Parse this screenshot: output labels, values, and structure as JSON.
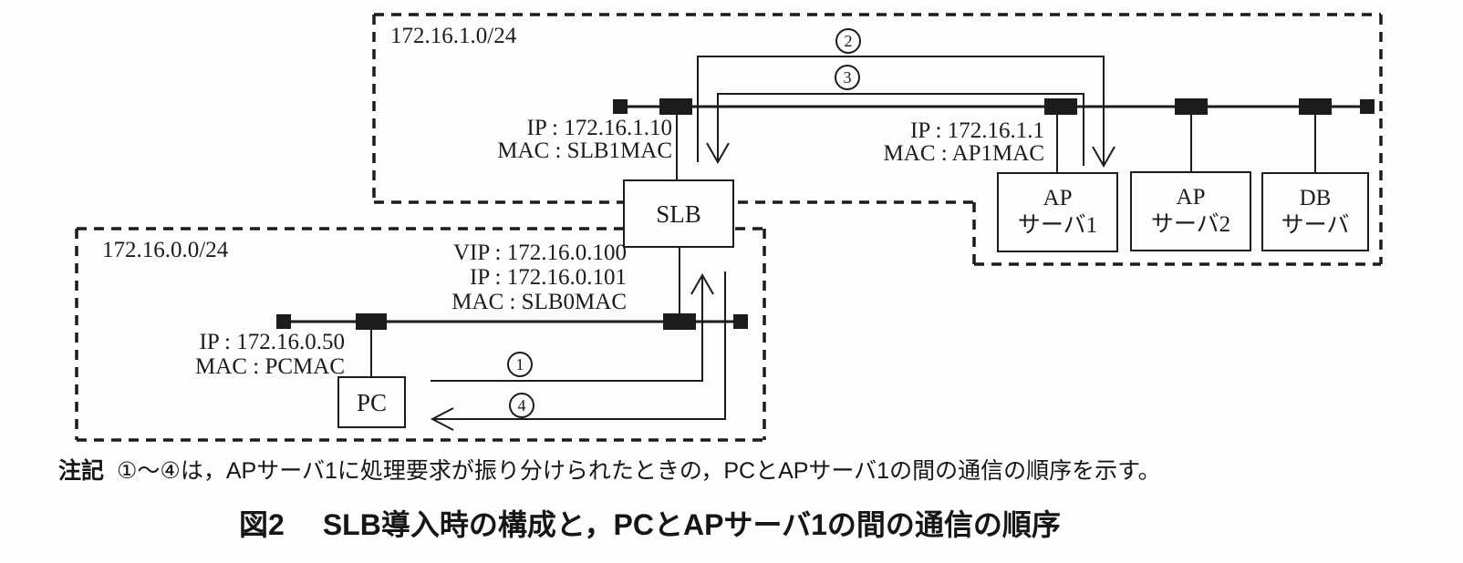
{
  "figure": {
    "upper_network": {
      "subnet": "172.16.1.0/24",
      "slb_interface": [
        "IP : 172.16.1.10",
        "MAC : SLB1MAC"
      ],
      "ap1_interface": [
        "IP : 172.16.1.1",
        "MAC : AP1MAC"
      ]
    },
    "lower_network": {
      "subnet": "172.16.0.0/24",
      "slb_interface": [
        "VIP : 172.16.0.100",
        "IP : 172.16.0.101",
        "MAC : SLB0MAC"
      ],
      "pc_interface": [
        "IP : 172.16.0.50",
        "MAC : PCMAC"
      ]
    },
    "nodes": {
      "slb": "SLB",
      "pc": "PC",
      "ap_server1": [
        "AP",
        "サーバ1"
      ],
      "ap_server2": [
        "AP",
        "サーバ2"
      ],
      "db_server": [
        "DB",
        "サーバ"
      ]
    },
    "sequence": [
      "1",
      "2",
      "3",
      "4"
    ],
    "note_label": "注記",
    "note_text": "①～④は，APサーバ1に処理要求が振り分けられたときの，PCとAPサーバ1の間の通信の順序を示す。",
    "caption_prefix": "図2",
    "caption_text": "SLB導入時の構成と，PCとAPサーバ1の間の通信の順序"
  },
  "colors": {
    "ink": "#1c1c1c",
    "paper": "#fdfdfb"
  }
}
